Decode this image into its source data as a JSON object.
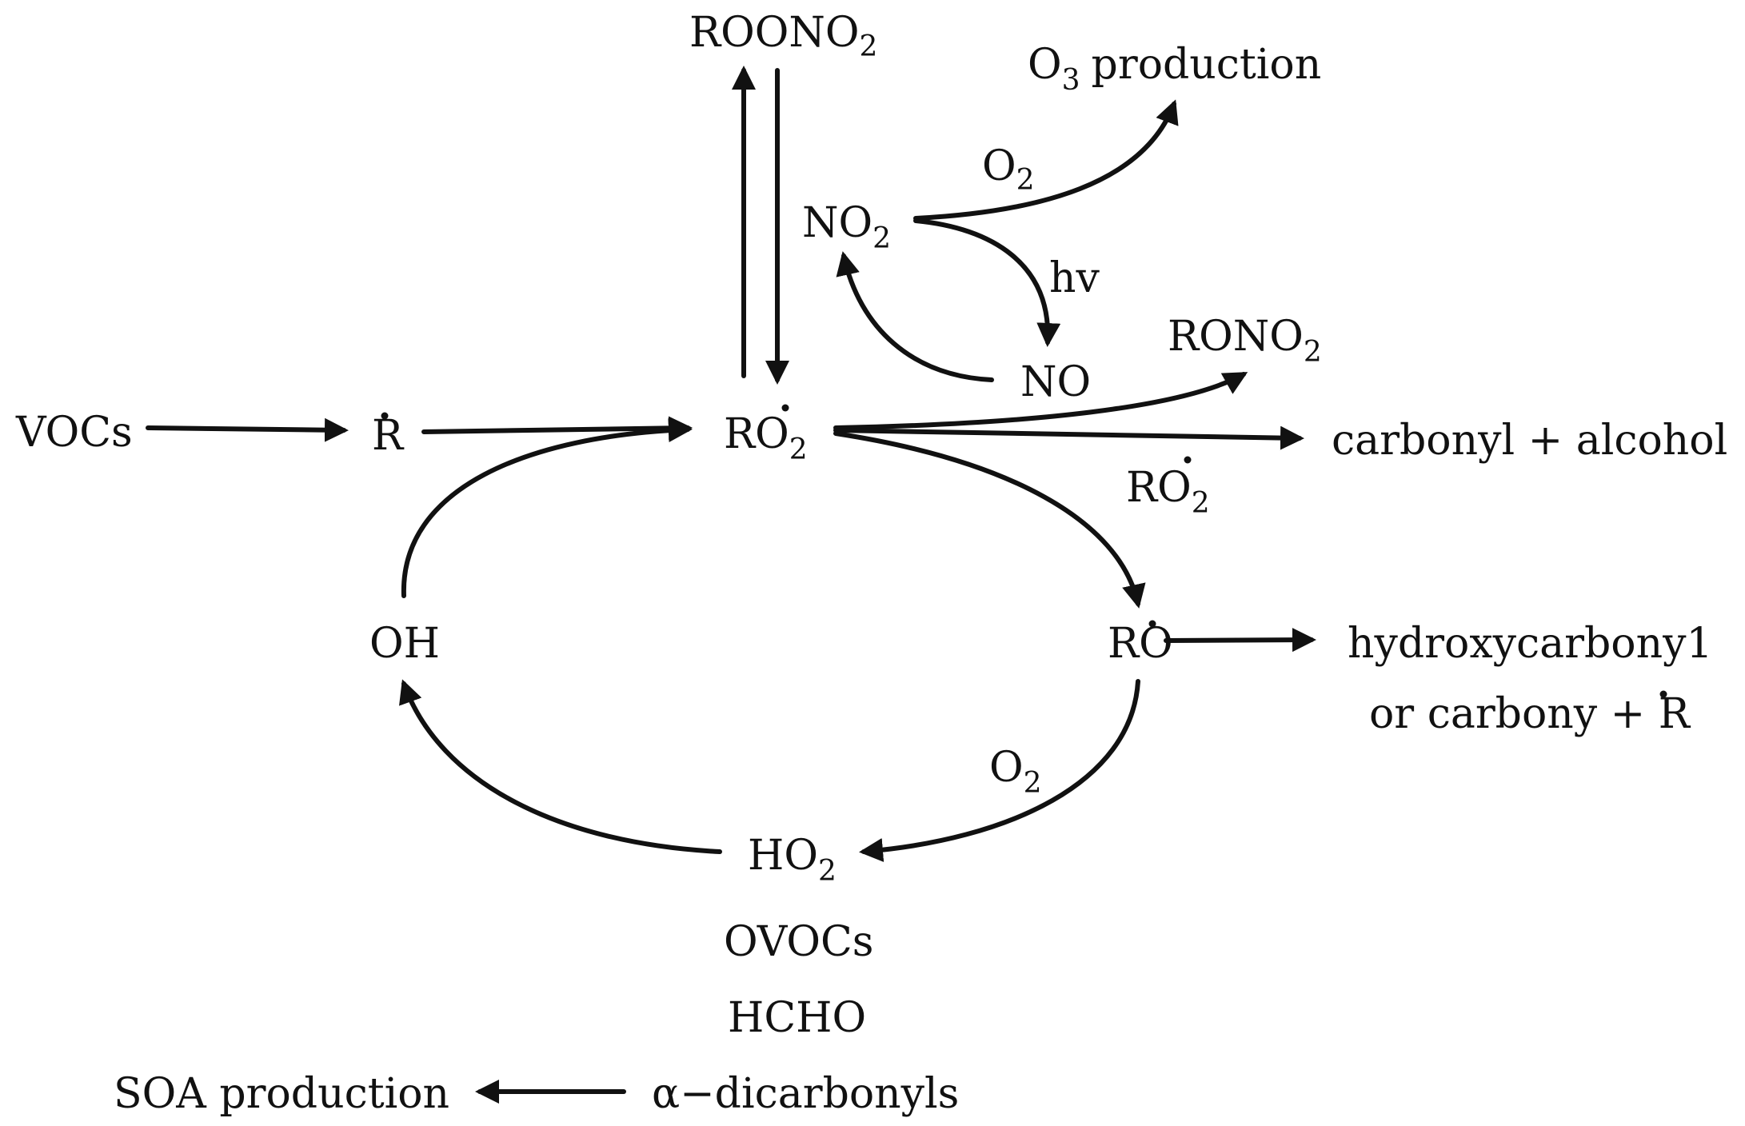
{
  "labels": {
    "vocs": "VOCs",
    "r_radical": "R",
    "ro2_main": "RO",
    "ro2_main_sub": "2",
    "roono2": "ROONO",
    "roono2_sub": "2",
    "o3_main": "O",
    "o3_sub": "3",
    "o3_rest": "production",
    "o2_upper": "O",
    "o2_upper_sub": "2",
    "no2": "NO",
    "no2_sub": "2",
    "hv": "hv",
    "no": "NO",
    "rono2": "RONO",
    "rono2_sub": "2",
    "carbonyl_alcohol": "carbonyl + alcohol",
    "ro2_side": "RO",
    "ro2_side_sub": "2",
    "ro_radical": "RO",
    "hydroxycarbonyl": "hydroxycarbony1",
    "or_carbony": "or carbony + R",
    "oh": "OH",
    "o2_lower": "O",
    "o2_lower_sub": "2",
    "ho2": "HO",
    "ho2_sub": "2",
    "ovocs": "OVOCs",
    "hcho": "HCHO",
    "dicarbonyls": "α−dicarbonyls",
    "soa": "SOA production"
  },
  "colors": {
    "ink": "#111111",
    "background": "#ffffff"
  }
}
